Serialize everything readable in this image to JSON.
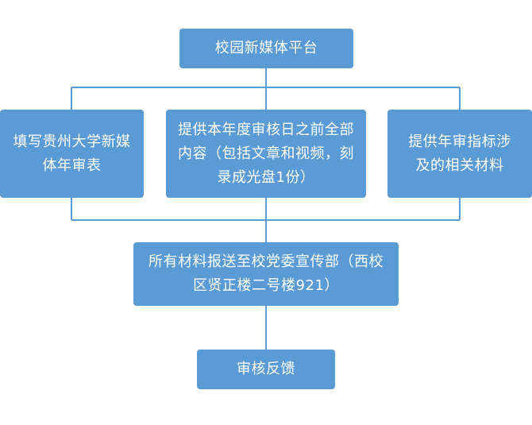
{
  "flowchart": {
    "top": "校园新媒体平台",
    "left": "填写贵州大学新媒体年审表",
    "middle": "提供本年度审核日之前全部内容（包括文章和视频，刻录成光盘1份）",
    "right": "提供年审指标涉及的相关材料",
    "submit": "所有材料报送至校党委宣传部（西校区贤正楼二号楼921）",
    "review": "审核反馈"
  },
  "colors": {
    "box_fill": "#5b9bd5",
    "box_text": "#ffffff",
    "connector": "#5b9bd5"
  }
}
